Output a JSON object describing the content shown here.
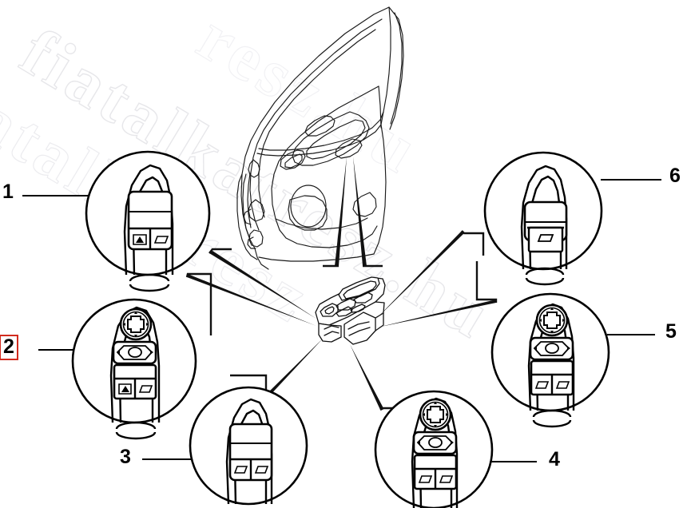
{
  "diagram": {
    "title": "Door window and mirror switch assembly - exploded callout diagram",
    "subject": "Car front door panel with electric window / mirror control switch panel",
    "background_color": "#ffffff",
    "line_color": "#000000",
    "highlight_color": "#d22b1e",
    "watermark": {
      "text": "fiatalkatresz.hu",
      "style": "outlined diagonal repeating text",
      "color": "#e2e2e6"
    },
    "callouts": [
      {
        "id": "1",
        "label": "1",
        "side": "left",
        "highlighted": false,
        "description": "Passenger side switch: two buttons - central door locking and one window lift",
        "switch_type": "two-button window and lock switch",
        "buttons": [
          "central-locking",
          "window-lift"
        ],
        "has_mirror_joystick": false
      },
      {
        "id": "2",
        "label": "2",
        "side": "left",
        "highlighted": true,
        "description": "Driver side master switch: mirror joystick, mirror selector, central locking and window lift",
        "switch_type": "mirror joystick plus two-button switch",
        "buttons": [
          "central-locking",
          "window-lift"
        ],
        "has_mirror_joystick": true
      },
      {
        "id": "3",
        "label": "3",
        "side": "bottom-left",
        "highlighted": false,
        "description": "Two window lift buttons switch without mirror control",
        "switch_type": "two-button window switch",
        "buttons": [
          "window-lift",
          "window-lift"
        ],
        "has_mirror_joystick": false
      },
      {
        "id": "4",
        "label": "4",
        "side": "bottom-right",
        "highlighted": false,
        "description": "Master switch with mirror joystick, mirror selector and two window lift buttons",
        "switch_type": "mirror joystick plus two-button window switch",
        "buttons": [
          "window-lift",
          "window-lift"
        ],
        "has_mirror_joystick": true
      },
      {
        "id": "5",
        "label": "5",
        "side": "right",
        "highlighted": false,
        "description": "Master switch with mirror joystick, mirror selector and two window lift buttons",
        "switch_type": "mirror joystick plus two-button window switch",
        "buttons": [
          "window-lift",
          "window-lift"
        ],
        "has_mirror_joystick": true
      },
      {
        "id": "6",
        "label": "6",
        "side": "right",
        "highlighted": false,
        "description": "Single window lift button switch",
        "switch_type": "single-button window switch",
        "buttons": [
          "window-lift"
        ],
        "has_mirror_joystick": false
      }
    ],
    "center": {
      "name": "switch-panel-assembly",
      "description": "Perspective view of the complete window switch panel mounted in the door trim"
    },
    "door": {
      "name": "front-door-assembly",
      "description": "Line drawing of the front door with inner trim panel, armrest, handle and speaker grille"
    }
  }
}
